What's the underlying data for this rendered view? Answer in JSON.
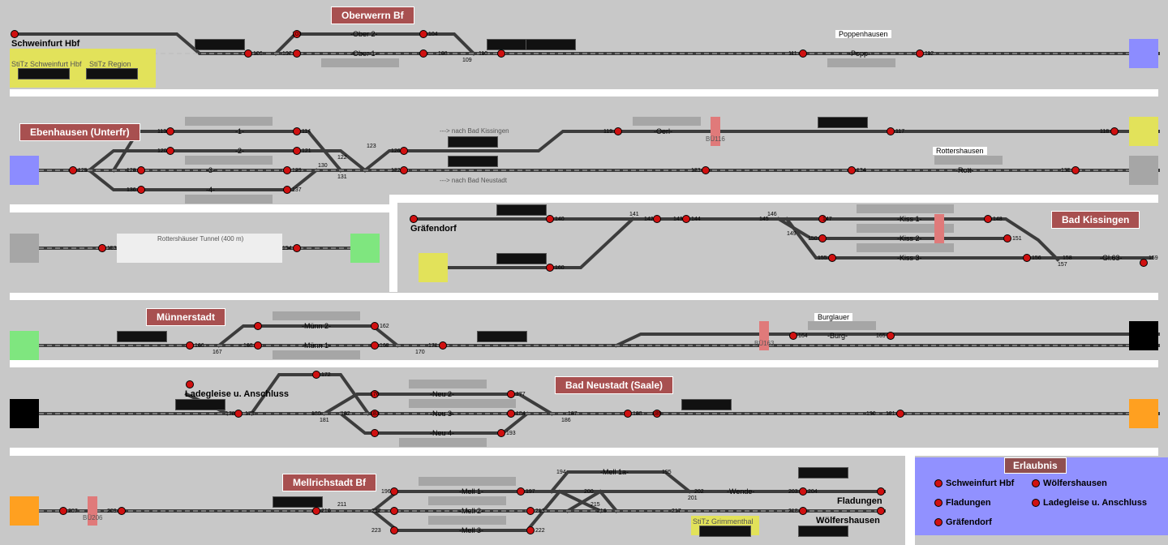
{
  "stations": {
    "oberwerrn": "Oberwerrn Bf",
    "ebenhausen": "Ebenhausen (Unterfr)",
    "bad_kissingen": "Bad Kissingen",
    "muennerstadt": "Münnerstadt",
    "bad_neustadt": "Bad Neustadt (Saale)",
    "mellrichstadt": "Mellrichstadt Bf"
  },
  "labels": {
    "schweinfurt_hbf": "Schweinfurt Hbf",
    "poppenhausen": "Poppenhausen",
    "rottershausen": "Rottershausen",
    "graefendorf": "Gräfendorf",
    "burglauer": "Burglauer",
    "ladegleise": "Ladegleise u. Anschluss",
    "fladungen": "Fladungen",
    "woelfershausen": "Wölfershausen",
    "tunnel": "Rottershäuser Tunnel (400 m)",
    "nach_kissingen": "---> nach Bad Kissingen",
    "nach_neustadt": "---> nach Bad Neustadt",
    "stitz_sw_hbf": "StiTz Schweinfurt Hbf",
    "stitz_region": "StiTz Region",
    "stitz_grimmenthal": "StiTz Grimmenthal",
    "bu116": "BÜ116",
    "bu163": "BÜ163",
    "bu206": "BÜ206"
  },
  "tracks": {
    "ober2": "-Ober 2-",
    "ober1": "-Ober 1-",
    "popp": "-Popp-",
    "e1": "-1-",
    "e2": "-2-",
    "e3": "-3-",
    "e4": "-4-",
    "oerl": "-Oerl-",
    "rott": "-Rott-",
    "kiss1": "-Kiss 1-",
    "kiss2": "-Kiss 2-",
    "kiss3": "-Kiss 3-",
    "gl63": "-Gl.63-",
    "muenn2": "-Münn 2-",
    "muenn1": "-Münn 1-",
    "burg": "-Burg-",
    "neu2": "-Neu 2-",
    "neu3": "-Neu 3-",
    "neu4": "-Neu 4-",
    "mell1": "-Mell 1-",
    "mell2": "-Mell 2-",
    "mell3": "-Mell 3-",
    "mell1a": "-Mell 1a-",
    "wende": "-Wende-"
  },
  "signal_numbers": {
    "s103": "103",
    "s104": "104",
    "s105": "105",
    "s106": "106",
    "s107": "107",
    "s108": "108",
    "s109": "109",
    "s110": "110",
    "s111": "111",
    "s112": "112",
    "s113": "113",
    "s114": "114",
    "s117": "117",
    "s118": "118",
    "s119": "119",
    "s120": "120",
    "s121": "121",
    "s122": "122",
    "s123": "123",
    "s125": "125",
    "s126": "126",
    "s128": "128",
    "s129": "129",
    "s130": "130",
    "s131": "131",
    "s132": "132",
    "s133": "133",
    "s134": "134",
    "s135": "135",
    "s136": "136",
    "s137": "137",
    "s140": "140",
    "s141": "141",
    "s142": "142",
    "s143": "143",
    "s144": "144",
    "s145": "145",
    "s146": "146",
    "s147": "147",
    "s148": "148",
    "s149": "149",
    "s150": "150",
    "s151": "151",
    "s155": "155",
    "s156": "156",
    "s157": "157",
    "s158": "158",
    "s159": "159",
    "s160": "160",
    "s153": "153",
    "s154": "154",
    "s162": "162",
    "s164": "164",
    "s165": "165",
    "s166": "166",
    "s167": "167",
    "s168": "168",
    "s169": "169",
    "s170": "170",
    "s171": "171",
    "s172": "172",
    "s176": "176",
    "s177": "177",
    "s178": "178",
    "s179": "179",
    "s180": "180",
    "s181": "181",
    "s182": "182",
    "s183": "183",
    "s184": "184",
    "s186": "186",
    "s187": "187",
    "s188": "188",
    "s189": "189",
    "s190": "190",
    "s191": "191",
    "s193": "193",
    "s194": "194",
    "s195": "195",
    "s196": "196",
    "s197": "197",
    "s200": "200",
    "s201": "201",
    "s202": "202",
    "s203": "203",
    "s204": "204",
    "s207": "207",
    "s209": "209",
    "s210": "210",
    "s211": "211",
    "s212": "212",
    "s213": "213",
    "s215": "215",
    "s216": "216",
    "s217": "217",
    "s218": "218",
    "s222": "222",
    "s223": "223"
  },
  "erlaubnis": {
    "title": "Erlaubnis",
    "items": [
      "Schweinfurt Hbf",
      "Wölfershausen",
      "Fladungen",
      "Ladegleise u. Anschluss",
      "Gräfendorf"
    ]
  },
  "colors": {
    "background": "#c8c8c8",
    "track": "#3c3c3c",
    "station_box": "#a85050",
    "signal_red": "#d01010",
    "signal_green": "#20a020",
    "block_blue": "#8c8cff",
    "block_yellow": "#e2e25a",
    "block_green": "#7fe67f",
    "block_orange": "#ffa020",
    "block_black": "#000000"
  }
}
